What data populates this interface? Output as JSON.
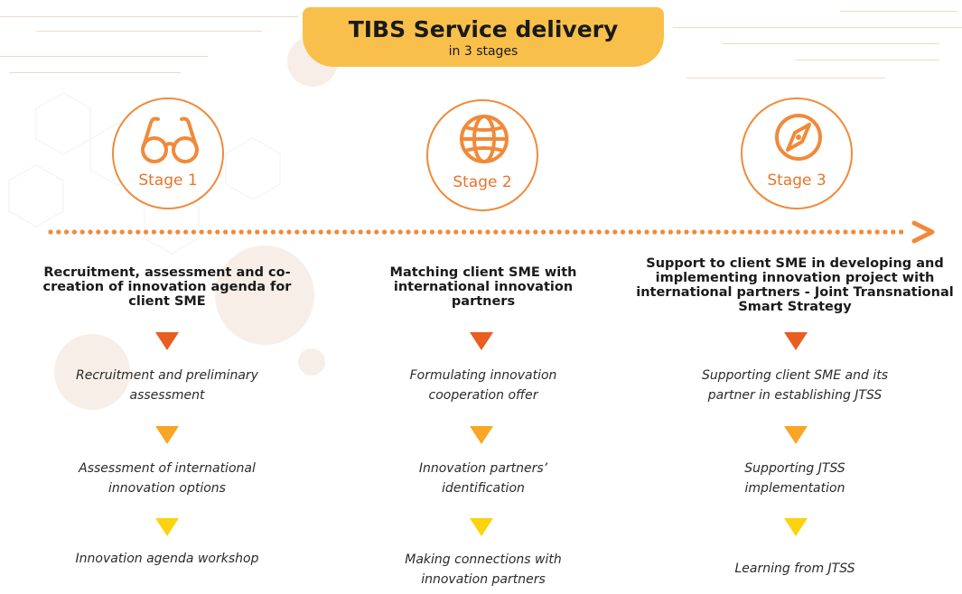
{
  "title": {
    "main": "TIBS Service delivery",
    "sub": "in 3 stages"
  },
  "colors": {
    "banner": "#f8c04a",
    "orange": "#f08a3a",
    "arrow_dark": "#e85e1f",
    "arrow_mid": "#f8a623",
    "arrow_light": "#fbd30e"
  },
  "stages": [
    {
      "icon": "glasses-icon",
      "label": "Stage 1",
      "heading": "Recruitment, assessment and co-creation of innovation agenda for client SME",
      "steps": [
        "Recruitment and preliminary assessment",
        "Assessment of international innovation options",
        "Innovation agenda workshop"
      ]
    },
    {
      "icon": "globe-icon",
      "label": "Stage 2",
      "heading": "Matching client SME with international innovation partners",
      "steps": [
        "Formulating innovation cooperation offer",
        "Innovation partners’ identification",
        "Making connections with innovation partners"
      ]
    },
    {
      "icon": "compass-icon",
      "label": "Stage 3",
      "heading": "Support to client SME in developing and implementing innovation project with international partners - Joint Transnational Smart Strategy",
      "steps": [
        "Supporting client SME and its partner in establishing JTSS",
        "Supporting JTSS implementation",
        "Learning from JTSS"
      ]
    }
  ]
}
